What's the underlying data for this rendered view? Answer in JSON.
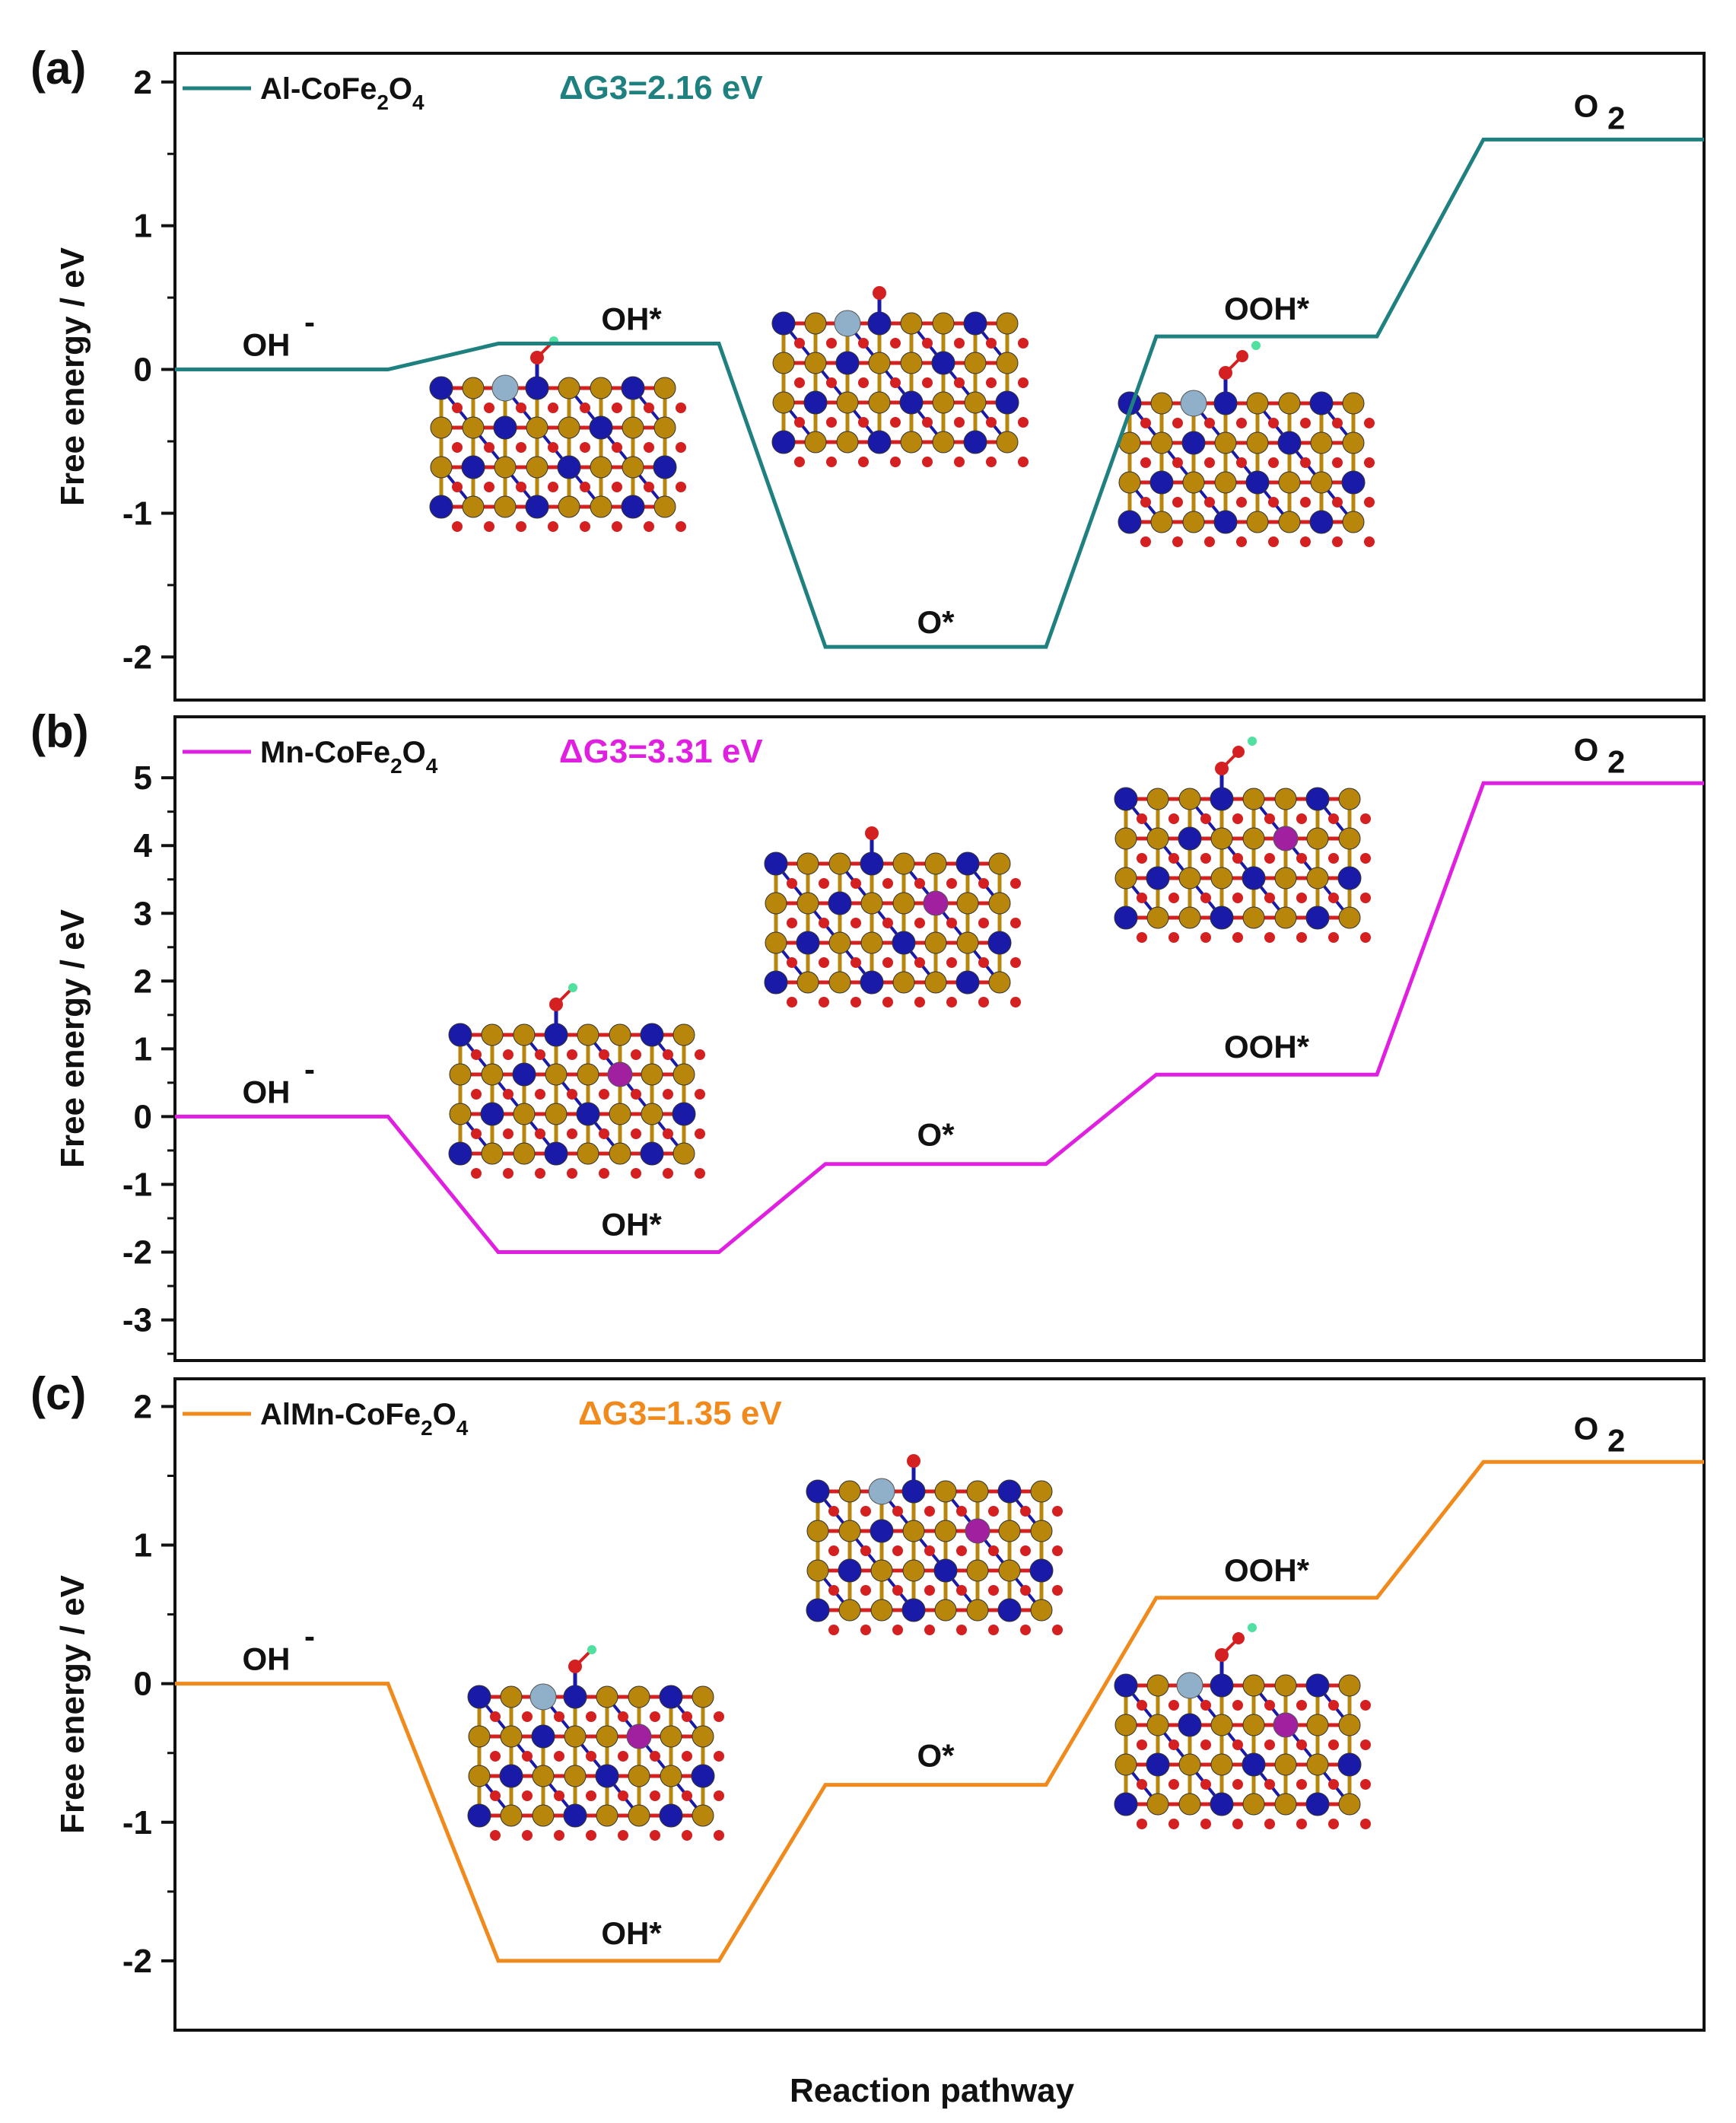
{
  "figure": {
    "xlabel": "Reaction pathway"
  },
  "chart_data": [
    {
      "type": "line",
      "panel_label": "(a)",
      "ylabel": "Free energy / eV",
      "ylim": [
        -2.3,
        2.2
      ],
      "yticks": [
        "2",
        "1",
        "0",
        "-1",
        "-2"
      ],
      "ytick_values": [
        2,
        1,
        0,
        -1,
        -2
      ],
      "categories": [
        "OH-",
        "OH*",
        "O*",
        "OOH*",
        "O2"
      ],
      "series": [
        {
          "name": "Al-CoFe2O4",
          "color": "#1f8080",
          "values": [
            0.0,
            0.18,
            -1.93,
            0.23,
            1.6
          ]
        }
      ],
      "legend": {
        "label_main": "Al-CoFe",
        "sub1": "2",
        "mid": "O",
        "sub2": "4"
      },
      "annotation": {
        "text": "ΔG3=2.16 eV",
        "color": "#1f8080"
      },
      "state_labels": {
        "oh_minus": "OH",
        "oh_minus_sup": "-",
        "oh_star": "OH*",
        "o_star": "O*",
        "ooh_star": "OOH*",
        "o2": "O",
        "o2_sub": "2"
      },
      "grid": false
    },
    {
      "type": "line",
      "panel_label": "(b)",
      "ylabel": "Free energy / eV",
      "ylim": [
        -3.6,
        5.9
      ],
      "yticks": [
        "5",
        "4",
        "3",
        "2",
        "1",
        "0",
        "-1",
        "-2",
        "-3"
      ],
      "ytick_values": [
        5,
        4,
        3,
        2,
        1,
        0,
        -1,
        -2,
        -3
      ],
      "categories": [
        "OH-",
        "OH*",
        "O*",
        "OOH*",
        "O2"
      ],
      "series": [
        {
          "name": "Mn-CoFe2O4",
          "color": "#e020e0",
          "values": [
            0.0,
            -2.0,
            -0.7,
            0.62,
            4.92
          ]
        }
      ],
      "legend": {
        "label_main": "Mn-CoFe",
        "sub1": "2",
        "mid": "O",
        "sub2": "4"
      },
      "annotation": {
        "text": "ΔG3=3.31 eV",
        "color": "#e020e0"
      },
      "state_labels": {
        "oh_minus": "OH",
        "oh_minus_sup": "-",
        "oh_star": "OH*",
        "o_star": "O*",
        "ooh_star": "OOH*",
        "o2": "O",
        "o2_sub": "2"
      },
      "grid": false
    },
    {
      "type": "line",
      "panel_label": "(c)",
      "ylabel": "Free energy / eV",
      "ylim": [
        -2.5,
        2.2
      ],
      "yticks": [
        "2",
        "1",
        "0",
        "-1",
        "-2"
      ],
      "ytick_values": [
        2,
        1,
        0,
        -1,
        -2
      ],
      "categories": [
        "OH-",
        "OH*",
        "O*",
        "OOH*",
        "O2"
      ],
      "series": [
        {
          "name": "AlMn-CoFe2O4",
          "color": "#f08a1c",
          "values": [
            0.0,
            -2.0,
            -0.73,
            0.62,
            1.6
          ]
        }
      ],
      "legend": {
        "label_main": "AlMn-CoFe",
        "sub1": "2",
        "mid": "O",
        "sub2": "4"
      },
      "annotation": {
        "text": "ΔG3=1.35 eV",
        "color": "#f08a1c"
      },
      "state_labels": {
        "oh_minus": "OH",
        "oh_minus_sup": "-",
        "oh_star": "OH*",
        "o_star": "O*",
        "ooh_star": "OOH*",
        "o2": "O",
        "o2_sub": "2"
      },
      "grid": false
    }
  ],
  "atom_colors": {
    "oxygen": "#d42020",
    "fe_gold": "#b8860b",
    "co_blue": "#1a1aa8",
    "al_grey": "#8fb0c8",
    "mn_purple": "#a020a0",
    "hydrogen": "#50e0a0"
  }
}
